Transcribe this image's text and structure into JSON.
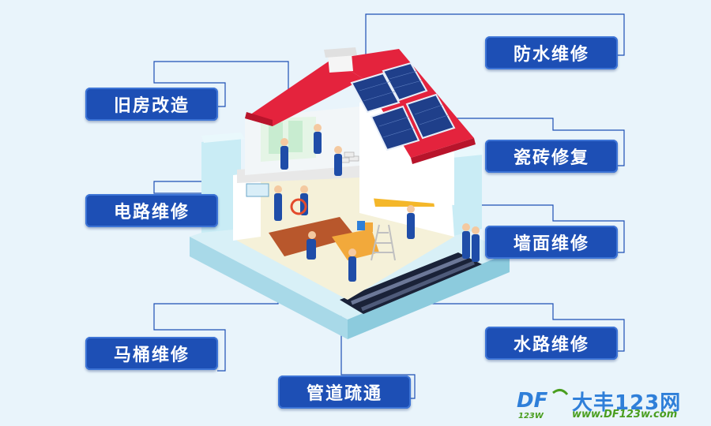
{
  "labels": {
    "waterproof": "防水维修",
    "renovation": "旧房改造",
    "tile": "瓷砖修复",
    "electric": "电路维修",
    "wall": "墙面维修",
    "toilet": "马桶维修",
    "plumbing": "水路维修",
    "drain": "管道疏通"
  },
  "watermark": {
    "logo": "DF",
    "logo_sub": "123W",
    "main": "大丰123网",
    "url": "www.DF123w.com"
  },
  "colors": {
    "roof": "#e4233d",
    "label_bg": "#1d4fb5",
    "solar_panel": "#1f3f8a",
    "base": "#bfe4ef",
    "worker": "#1f4da8"
  }
}
